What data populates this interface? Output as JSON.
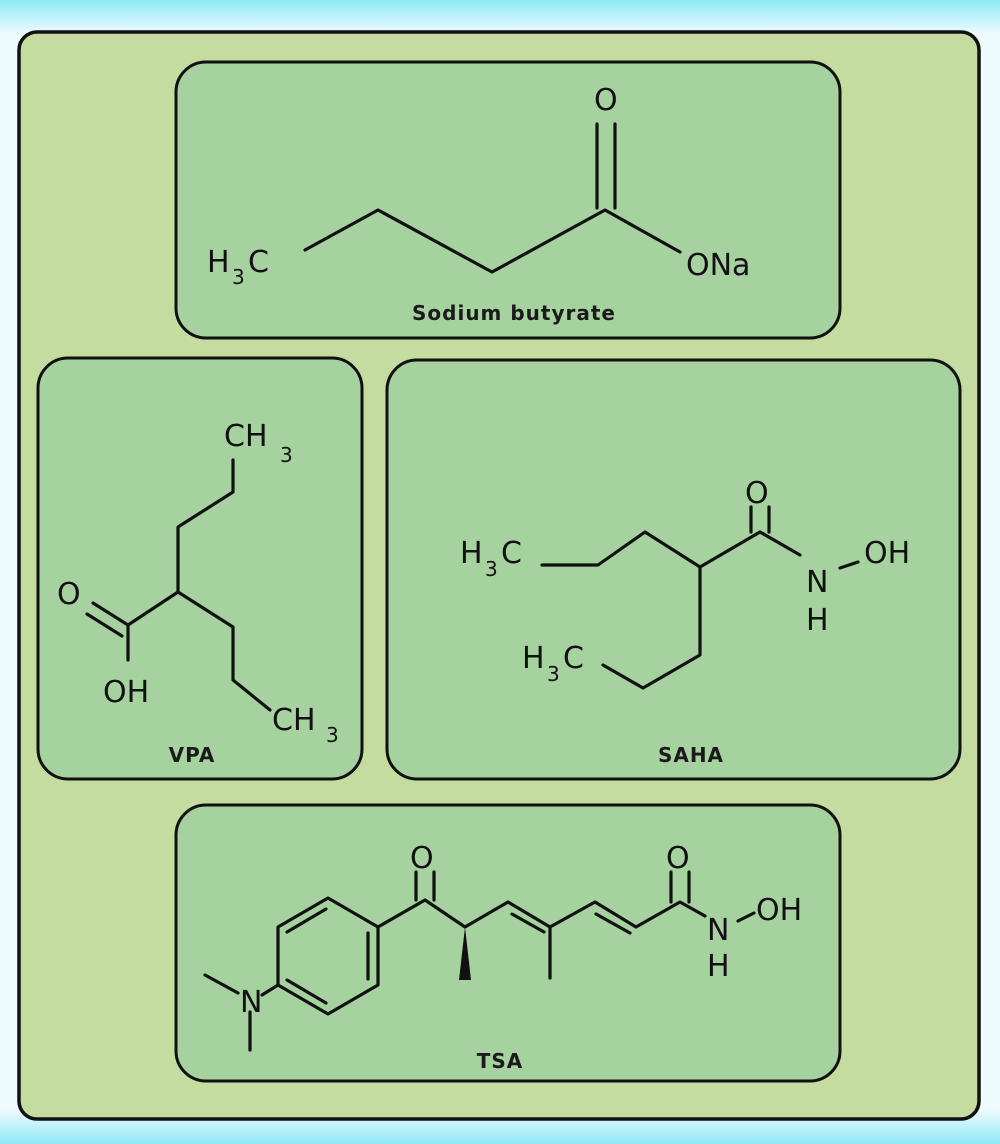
{
  "colors": {
    "outer_panel": "#c4dc9f",
    "inner_panel": "#a6d29f",
    "border": "#111111",
    "ink": "#111111"
  },
  "molecules": {
    "sodium_butyrate": {
      "caption": "Sodium butyrate",
      "labels": {
        "h": "H",
        "h_sub": "3",
        "c": "C",
        "o_top": "O",
        "ona": "ONa"
      }
    },
    "vpa": {
      "caption": "VPA",
      "labels": {
        "ch_top": "CH",
        "ch_top_sub": "3",
        "ch_bot": "CH",
        "ch_bot_sub": "3",
        "o": "O",
        "oh": "OH"
      }
    },
    "saha": {
      "caption": "SAHA",
      "labels": {
        "h1": "H",
        "h1_sub": "3",
        "c1": "C",
        "h2": "H",
        "h2_sub": "3",
        "c2": "C",
        "o": "O",
        "n": "N",
        "oh": "OH",
        "nh": "H"
      }
    },
    "tsa": {
      "caption": "TSA",
      "labels": {
        "n": "N",
        "o1": "O",
        "o2": "O",
        "n2": "N",
        "oh": "OH",
        "nh": "H"
      }
    }
  }
}
